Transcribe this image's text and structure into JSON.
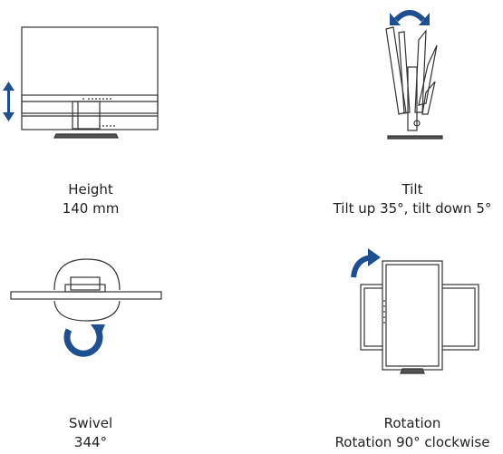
{
  "colors": {
    "line": "#333333",
    "arrow": "#1d4f91",
    "background": "#ffffff"
  },
  "panels": [
    {
      "id": "height",
      "title": "Height",
      "detail": "140 mm",
      "arrow_icon": "vertical-double-arrow-icon"
    },
    {
      "id": "tilt",
      "title": "Tilt",
      "detail": "Tilt up 35°, tilt down 5°",
      "arrow_icon": "curved-double-arrow-icon"
    },
    {
      "id": "swivel",
      "title": "Swivel",
      "detail": "344°",
      "arrow_icon": "circular-arrow-icon"
    },
    {
      "id": "rotation",
      "title": "Rotation",
      "detail": "Rotation 90° clockwise",
      "arrow_icon": "curved-arrow-clockwise-icon"
    }
  ]
}
